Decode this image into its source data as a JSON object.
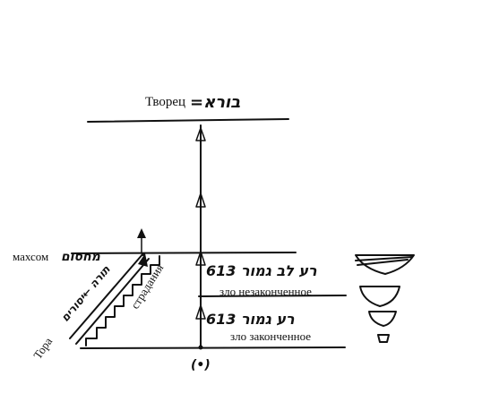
{
  "labels": {
    "creator_ru": "Творец",
    "creator_he": "=בורא",
    "masach_ru": "махсом",
    "masach_he": "מחסום",
    "suffering": "страдания",
    "torah_path": "תורה ←יסורים",
    "torah": "Тора",
    "level_upper_he": "613 רע לב גמור",
    "level_upper_ru": "зло незаконченное",
    "level_lower_he": "613 רע גמור",
    "level_lower_ru": "зло законченное",
    "origin": "(•)"
  },
  "colors": {
    "ink": "#111111",
    "background": "#ffffff"
  }
}
